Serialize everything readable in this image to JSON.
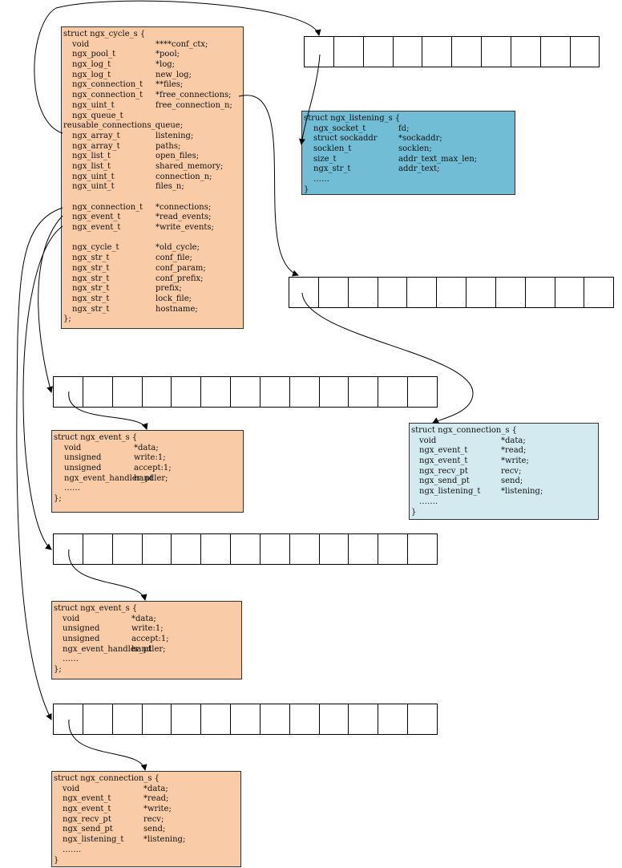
{
  "cycle": {
    "header": "struct ngx_cycle_s {",
    "fields": [
      [
        "void",
        "****conf_ctx;"
      ],
      [
        "ngx_pool_t",
        "*pool;"
      ],
      [
        "ngx_log_t",
        "*log;"
      ],
      [
        "ngx_log_t",
        "new_log;"
      ],
      [
        "ngx_connection_t",
        "**files;"
      ],
      [
        "ngx_connection_t",
        "*free_connections;"
      ],
      [
        "ngx_uint_t",
        "free_connection_n;"
      ],
      [
        "ngx_queue_t",
        ""
      ],
      [
        "",
        "reusable_connections_queue;"
      ],
      [
        "ngx_array_t",
        "listening;"
      ],
      [
        "ngx_array_t",
        "paths;"
      ],
      [
        "ngx_list_t",
        "open_files;"
      ],
      [
        "ngx_list_t",
        "shared_memory;"
      ],
      [
        "ngx_uint_t",
        "connection_n;"
      ],
      [
        "ngx_uint_t",
        "files_n;"
      ],
      [
        "",
        ""
      ],
      [
        "ngx_connection_t",
        "*connections;"
      ],
      [
        "ngx_event_t",
        "*read_events;"
      ],
      [
        "ngx_event_t",
        "*write_events;"
      ],
      [
        "",
        ""
      ],
      [
        "ngx_cycle_t",
        "*old_cycle;"
      ],
      [
        "ngx_str_t",
        "conf_file;"
      ],
      [
        "ngx_str_t",
        "conf_param;"
      ],
      [
        "ngx_str_t",
        "conf_prefix;"
      ],
      [
        "ngx_str_t",
        "prefix;"
      ],
      [
        "ngx_str_t",
        "lock_file;"
      ],
      [
        "ngx_str_t",
        "hostname;"
      ]
    ],
    "footer": "};"
  },
  "listening": {
    "header": "struct ngx_listening_s {",
    "fields": [
      [
        "ngx_socket_t",
        "fd;"
      ],
      [
        "struct sockaddr",
        "*sockaddr;"
      ],
      [
        "socklen_t",
        "socklen;"
      ],
      [
        "size_t",
        "addr_text_max_len;"
      ],
      [
        "ngx_str_t",
        "addr_text;"
      ],
      [
        "……",
        ""
      ]
    ],
    "footer": "}"
  },
  "connection_blue": {
    "header": "struct ngx_connection_s {",
    "fields": [
      [
        "void",
        "*data;"
      ],
      [
        "ngx_event_t",
        "*read;"
      ],
      [
        "ngx_event_t",
        "*write;"
      ],
      [
        "ngx_recv_pt",
        "recv;"
      ],
      [
        "ngx_send_pt",
        "send;"
      ],
      [
        "ngx_listening_t",
        "*listening;"
      ],
      [
        "…….",
        ""
      ]
    ],
    "footer": "}"
  },
  "event_read": {
    "header": "struct ngx_event_s {",
    "fields": [
      [
        "void",
        "*data;"
      ],
      [
        "unsigned",
        "write:1;"
      ],
      [
        "unsigned",
        "accept:1;"
      ],
      [
        "ngx_event_handler_pt",
        "handler;"
      ],
      [
        "……",
        ""
      ]
    ],
    "footer": "};"
  },
  "event_write": {
    "header": "struct ngx_event_s {",
    "fields": [
      [
        "void",
        "*data;"
      ],
      [
        "unsigned",
        "write:1;"
      ],
      [
        "unsigned",
        "accept:1;"
      ],
      [
        "ngx_event_handler_pt",
        "handler;"
      ],
      [
        "……",
        ""
      ]
    ],
    "footer": "};"
  },
  "connection_orange": {
    "header": "struct ngx_connection_s {",
    "fields": [
      [
        "void",
        "*data;"
      ],
      [
        "ngx_event_t",
        "*read;"
      ],
      [
        "ngx_event_t",
        "*write;"
      ],
      [
        "ngx_recv_pt",
        "recv;"
      ],
      [
        "ngx_send_pt",
        "send;"
      ],
      [
        "ngx_listening_t",
        "*listening;"
      ],
      [
        "…….",
        ""
      ]
    ],
    "footer": "}"
  },
  "arrays": {
    "listening_array_cells": 10,
    "free_connections_array_cells": 11,
    "read_events_array_cells": 13,
    "write_events_array_cells": 13,
    "connections_array_cells": 13
  },
  "colors": {
    "struct_orange": "#f9cba7",
    "struct_blue": "#70bdd5",
    "struct_light_blue": "#d3eaf0",
    "line": "#000000"
  }
}
